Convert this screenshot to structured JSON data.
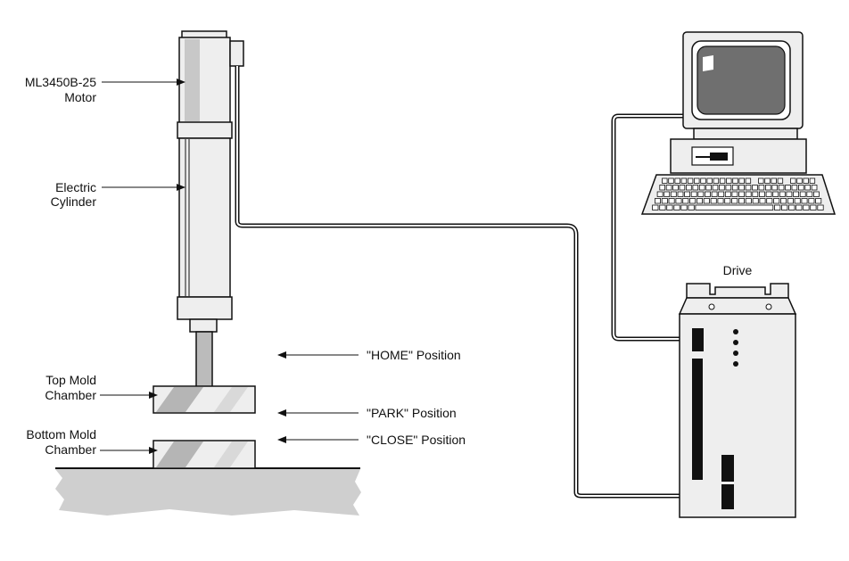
{
  "labels": {
    "motor_line1": "ML3450B-25",
    "motor_line2": "Motor",
    "cylinder_line1": "Electric",
    "cylinder_line2": "Cylinder",
    "top_mold_line1": "Top Mold",
    "top_mold_line2": "Chamber",
    "bottom_mold_line1": "Bottom Mold",
    "bottom_mold_line2": "Chamber",
    "home_position": "\"HOME\" Position",
    "park_position": "\"PARK\" Position",
    "close_position": "\"CLOSE\" Position",
    "drive": "Drive"
  },
  "colors": {
    "outline": "#111111",
    "metal_light": "#eeeeee",
    "metal_mid": "#c8c8c8",
    "metal_dark": "#9a9a9a",
    "screen": "#6f6f6f",
    "ground": "#cfcfcf",
    "background": "#ffffff"
  }
}
